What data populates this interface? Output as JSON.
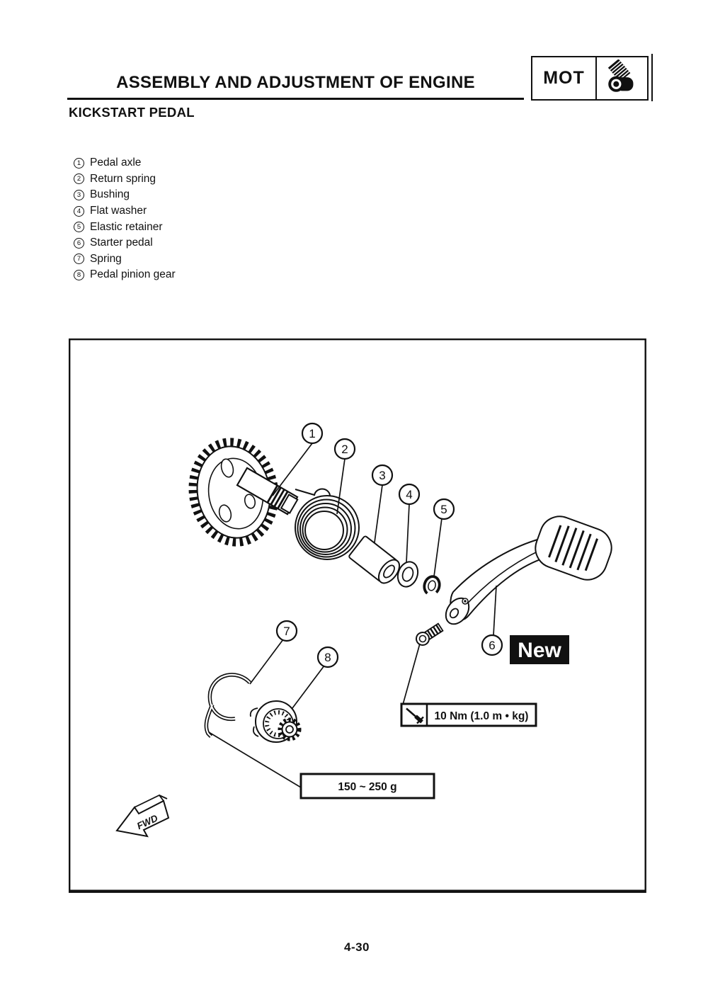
{
  "header": {
    "title": "ASSEMBLY AND ADJUSTMENT OF ENGINE",
    "tab_label": "MOT"
  },
  "section": {
    "title": "KICKSTART PEDAL"
  },
  "parts_list": [
    {
      "num": "1",
      "label": "Pedal axle"
    },
    {
      "num": "2",
      "label": "Return spring"
    },
    {
      "num": "3",
      "label": "Bushing"
    },
    {
      "num": "4",
      "label": "Flat washer"
    },
    {
      "num": "5",
      "label": "Elastic retainer"
    },
    {
      "num": "6",
      "label": "Starter pedal"
    },
    {
      "num": "7",
      "label": "Spring"
    },
    {
      "num": "8",
      "label": "Pedal pinion gear"
    }
  ],
  "diagram": {
    "callouts": [
      "1",
      "2",
      "3",
      "4",
      "5",
      "6",
      "7",
      "8"
    ],
    "new_badge": "New",
    "torque_value": "10 Nm (1.0 m • kg)",
    "weight_value": "150 ~ 250 g",
    "fwd_label": "FWD"
  },
  "footer": {
    "page_number": "4-30"
  }
}
